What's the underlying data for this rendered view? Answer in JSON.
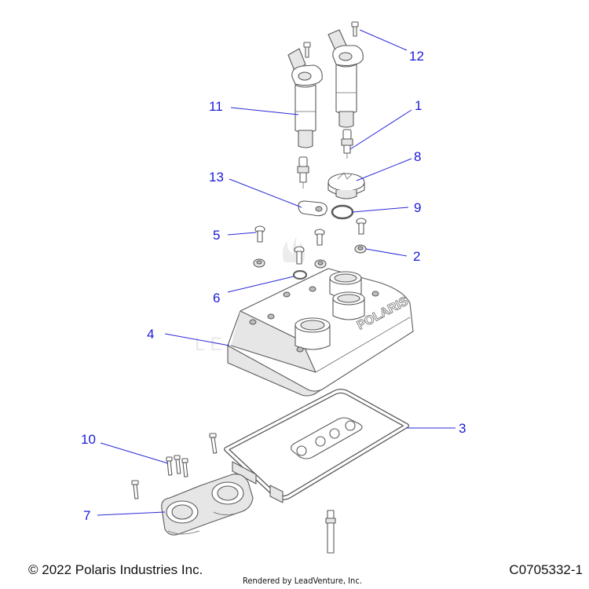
{
  "callouts": [
    {
      "id": "1",
      "label": "1"
    },
    {
      "id": "2",
      "label": "2"
    },
    {
      "id": "3",
      "label": "3"
    },
    {
      "id": "4",
      "label": "4"
    },
    {
      "id": "5",
      "label": "5"
    },
    {
      "id": "6",
      "label": "6"
    },
    {
      "id": "7",
      "label": "7"
    },
    {
      "id": "8",
      "label": "8"
    },
    {
      "id": "9",
      "label": "9"
    },
    {
      "id": "10",
      "label": "10"
    },
    {
      "id": "11",
      "label": "11"
    },
    {
      "id": "12",
      "label": "12"
    },
    {
      "id": "13",
      "label": "13"
    }
  ],
  "watermark": "LEADVENTURE",
  "cover_logo": "POLARIS",
  "footer": {
    "copyright": "© 2022 Polaris Industries Inc.",
    "rendered_by": "Rendered by LeadVenture, Inc.",
    "part_code": "C0705332-1"
  },
  "colors": {
    "callout": "#1a1ad8",
    "line_art": "#5a5a5a"
  }
}
